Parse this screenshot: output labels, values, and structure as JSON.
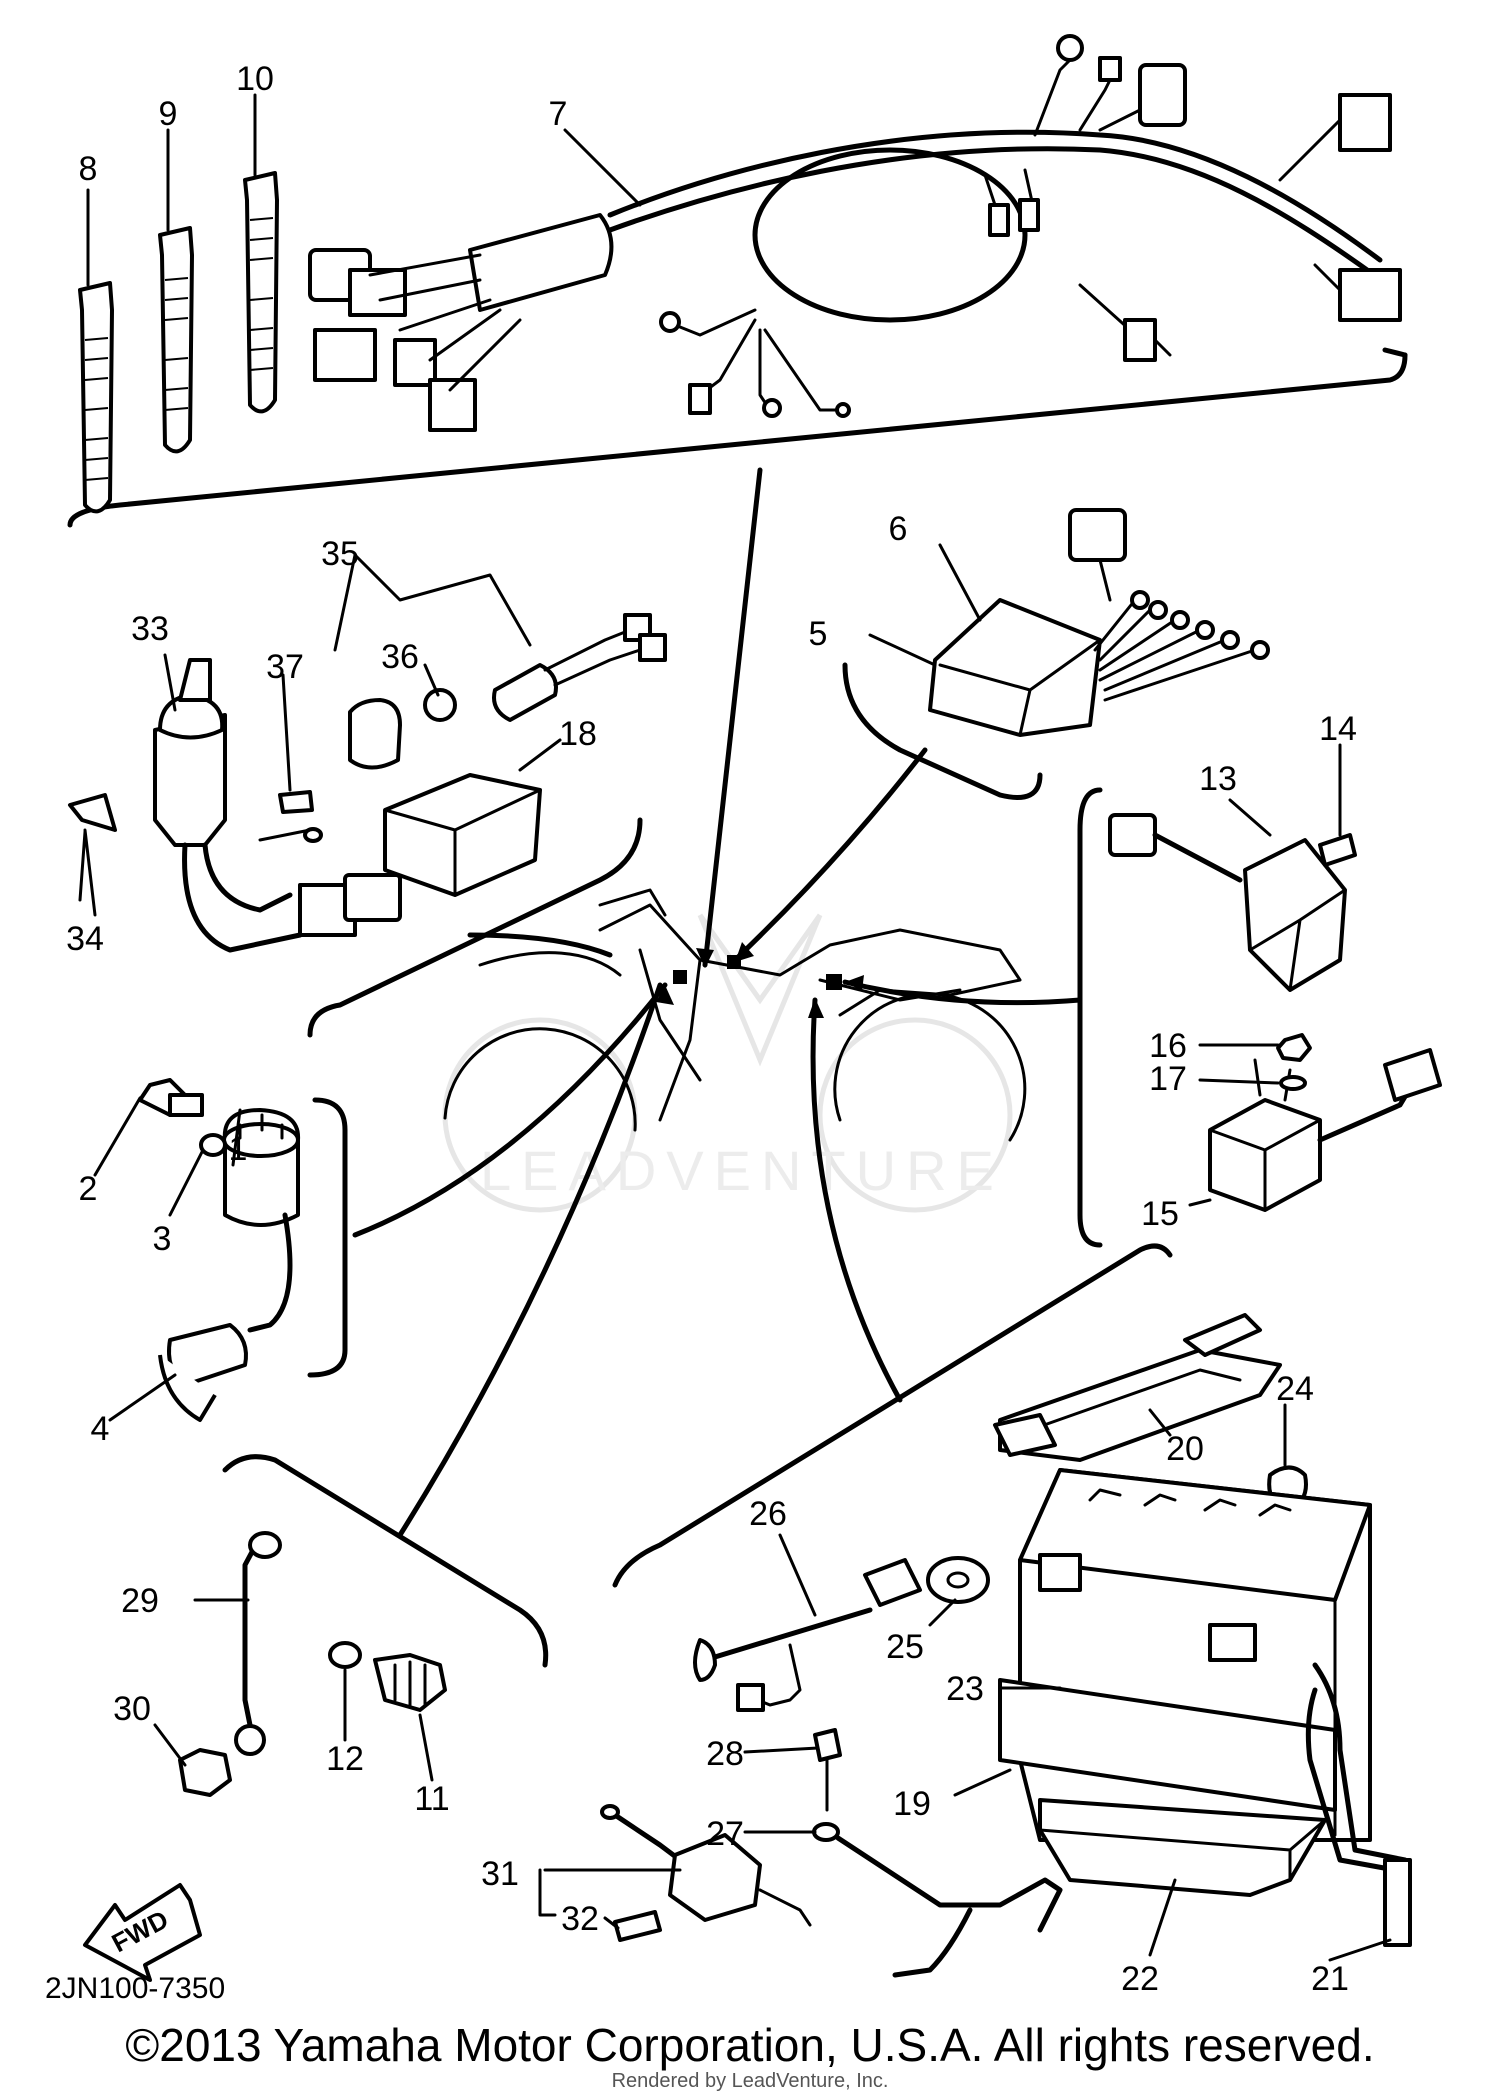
{
  "diagram": {
    "drawing_code": "2JN100-7350",
    "fwd_label": "FWD",
    "watermark": "LEADVENTURE",
    "callouts": {
      "c1": "1",
      "c2": "2",
      "c3": "3",
      "c4": "4",
      "c5": "5",
      "c6": "6",
      "c7": "7",
      "c8": "8",
      "c9": "9",
      "c10": "10",
      "c11": "11",
      "c12": "12",
      "c13": "13",
      "c14": "14",
      "c15": "15",
      "c16": "16",
      "c17": "17",
      "c18": "18",
      "c19": "19",
      "c20": "20",
      "c21": "21",
      "c22": "22",
      "c23": "23",
      "c24": "24",
      "c25": "25",
      "c26": "26",
      "c27": "27",
      "c28": "28",
      "c29": "29",
      "c30": "30",
      "c31": "31",
      "c32": "32",
      "c33": "33",
      "c34": "34",
      "c35": "35",
      "c36": "36",
      "c37": "37"
    }
  },
  "footer": {
    "copyright": "©2013 Yamaha Motor Corporation, U.S.A. All rights reserved.",
    "rendered_by": "Rendered by LeadVenture, Inc."
  }
}
